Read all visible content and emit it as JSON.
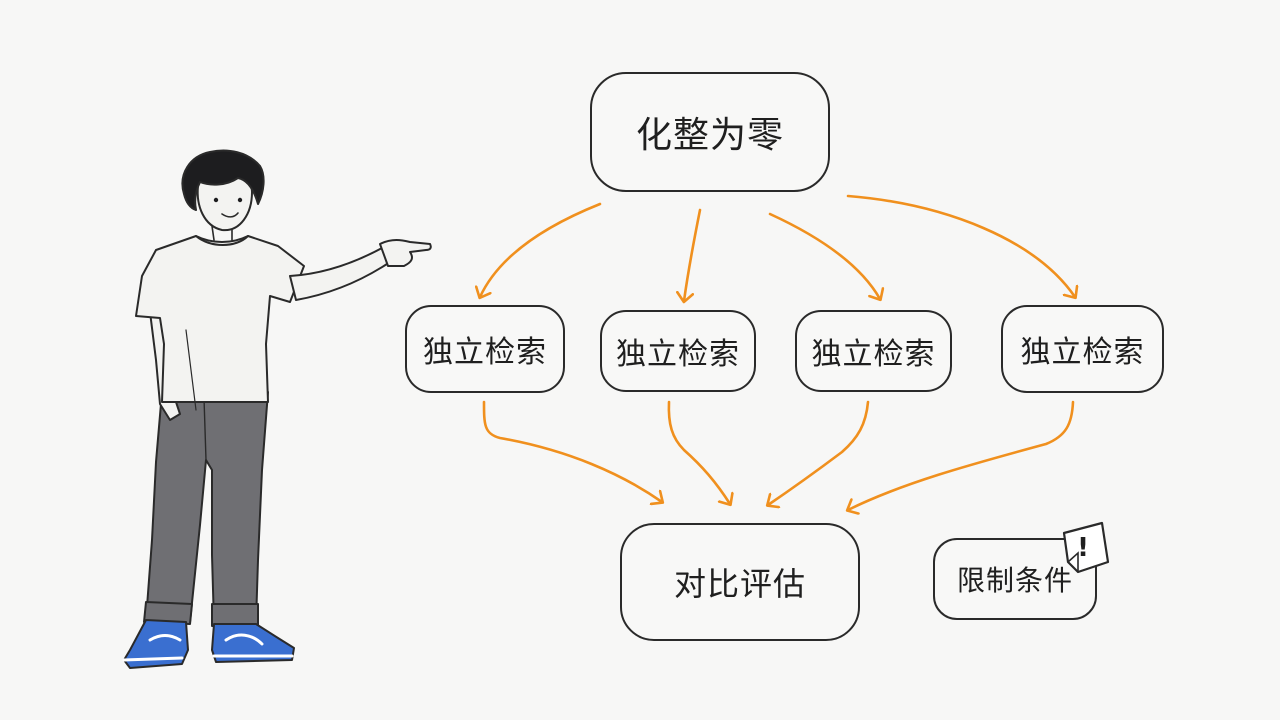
{
  "diagram": {
    "top_node": {
      "label": "化整为零"
    },
    "retrieval_nodes": [
      {
        "label": "独立检索"
      },
      {
        "label": "独立检索"
      },
      {
        "label": "独立检索"
      },
      {
        "label": "独立检索"
      }
    ],
    "bottom_node": {
      "label": "对比评估"
    },
    "side_note": {
      "label": "限制条件",
      "badge": "!"
    }
  },
  "colors": {
    "arrow": "#f0901e",
    "outline": "#2a2a2a",
    "background": "#f7f7f6",
    "shirt": "#f3f3f1",
    "pants": "#6f6f73",
    "shoe_blue": "#3a6fd0"
  },
  "icons": {
    "person": "person-pointing-illustration",
    "note": "note-warning-icon"
  }
}
